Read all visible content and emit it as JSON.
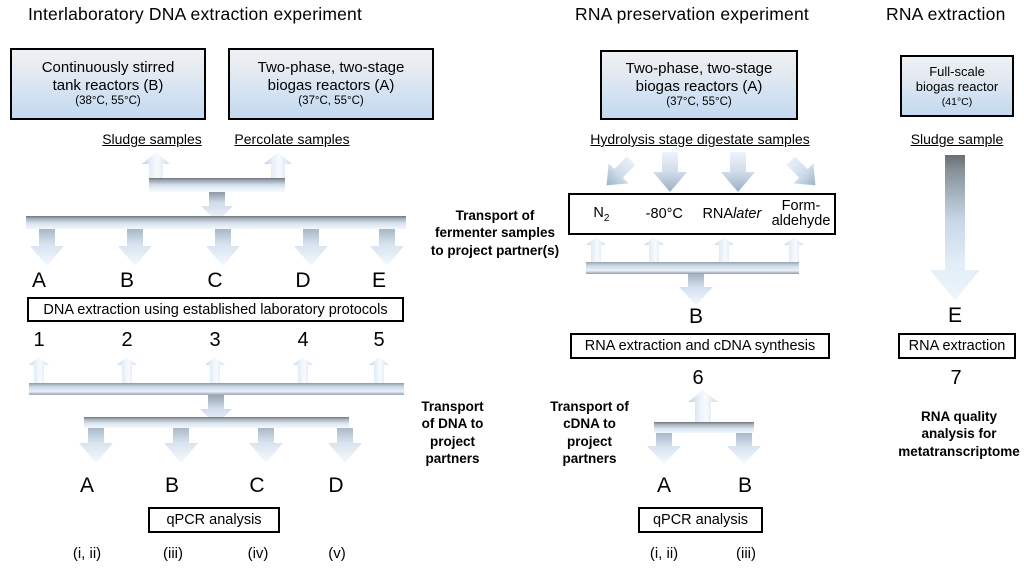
{
  "headings": {
    "left": "Interlaboratory  DNA extraction  experiment",
    "middle": "RNA preservation  experiment",
    "right": "RNA extraction"
  },
  "left_column": {
    "reactor_b": {
      "line1": "Continuously stirred",
      "line2": "tank reactors (B)",
      "temp": "(38°C, 55°C)"
    },
    "reactor_a": {
      "line1": "Two-phase, two-stage",
      "line2": "biogas reactors (A)",
      "temp": "(37°C, 55°C)"
    },
    "sample_label_b": "Sludge samples",
    "sample_label_a": "Percolate samples",
    "distribution_letters": [
      "A",
      "B",
      "C",
      "D",
      "E"
    ],
    "extraction_box": "DNA extraction using established laboratory protocols",
    "extraction_numbers": [
      "1",
      "2",
      "3",
      "4",
      "5"
    ],
    "partner_letters": [
      "A",
      "B",
      "C",
      "D"
    ],
    "qpcr_box": "qPCR analysis",
    "roman_numerals": [
      "(i, ii)",
      "(iii)",
      "(iv)",
      "(v)"
    ],
    "transport_fermenter": [
      "Transport of",
      "fermenter samples",
      "to project partner(s)"
    ],
    "transport_dna": [
      "Transport",
      "of DNA to",
      "project",
      "partners"
    ]
  },
  "middle_column": {
    "reactor_a": {
      "line1": "Two-phase, two-stage",
      "line2": "biogas reactors (A)",
      "temp": "(37°C, 55°C)"
    },
    "sample_label": "Hydrolysis stage digestate samples",
    "preservation_methods": [
      {
        "text": "N",
        "sub": "2",
        "italic": ""
      },
      {
        "text": "-80°C",
        "sub": "",
        "italic": ""
      },
      {
        "text": "RNA",
        "sub": "",
        "italic": "later"
      },
      {
        "text": "Form-",
        "sub": "",
        "italic": "",
        "line2": "aldehyde"
      }
    ],
    "merge_letter": "B",
    "rna_box": "RNA extraction and cDNA synthesis",
    "step_number": "6",
    "partner_letters": [
      "A",
      "B"
    ],
    "qpcr_box": "qPCR analysis",
    "roman_numerals": [
      "(i, ii)",
      "(iii)"
    ],
    "transport_cdna": [
      "Transport of",
      "cDNA to",
      "project",
      "partners"
    ]
  },
  "right_column": {
    "reactor": {
      "line1": "Full-scale",
      "line2": "biogas reactor",
      "temp": "(41°C)"
    },
    "sample_label": "Sludge sample",
    "arrow_letter": "E",
    "extraction_box": "RNA extraction",
    "step_number": "7",
    "footer": [
      "RNA quality",
      "analysis for",
      "metatranscriptome"
    ]
  },
  "colors": {
    "box_gradient_top": "#eef1f4",
    "box_gradient_bottom": "#c3d9ef",
    "arrow_bar_dark": "#6f7377",
    "arrow_light": "#e9f1f9",
    "outline": "#000000"
  }
}
